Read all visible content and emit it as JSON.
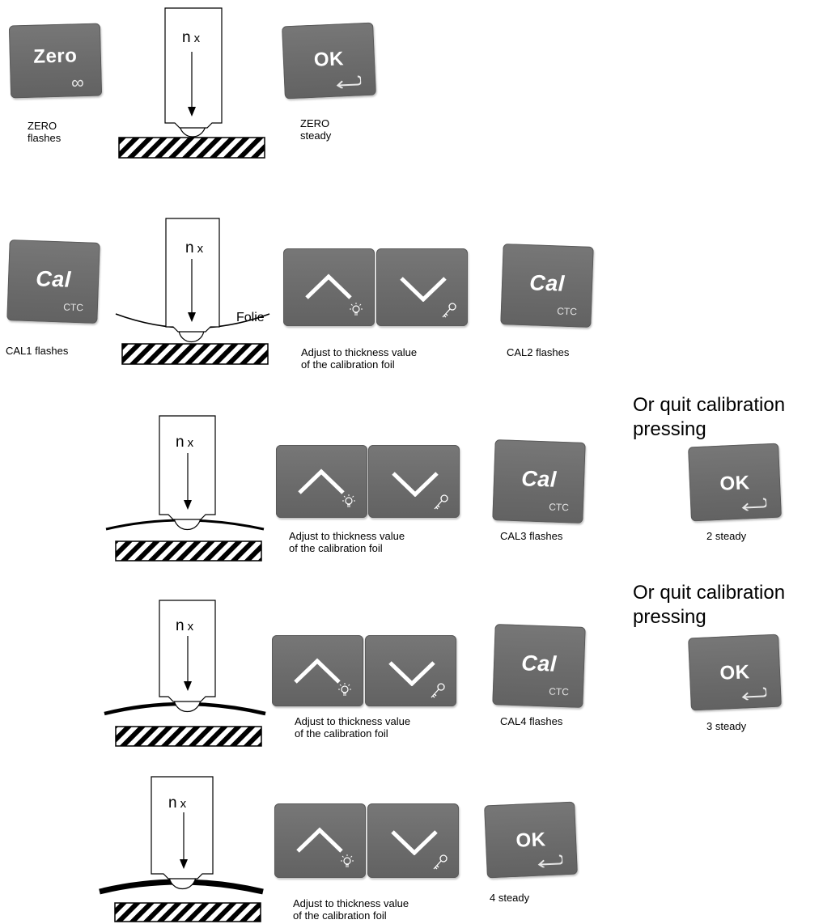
{
  "keys": {
    "zero": {
      "label": "Zero",
      "symbol": "∞"
    },
    "ok": {
      "label": "OK"
    },
    "cal": {
      "label": "Cal",
      "sub": "CTC"
    },
    "up": {
      "name": "up"
    },
    "down": {
      "name": "down"
    }
  },
  "icons": {
    "up": "chevron-up-icon",
    "down": "chevron-down-icon",
    "light": "lightbulb-icon",
    "key": "key-icon",
    "return": "return-arrow-icon",
    "infinity": "infinity-icon"
  },
  "probe_label": {
    "n": "n",
    "x": "x"
  },
  "folie_label": "Folie",
  "rows": [
    {
      "captions": {
        "zero": "ZERO\nflashes",
        "ok": "ZERO\nsteady"
      }
    },
    {
      "captions": {
        "cal1": "CAL1 flashes",
        "adjust": "Adjust to thickness value\nof the calibration foil",
        "cal2": "CAL2 flashes"
      }
    },
    {
      "captions": {
        "adjust": "Adjust to thickness value\nof the calibration foil",
        "cal3": "CAL3 flashes",
        "quit": "Or quit calibration\npressing",
        "ok": "2 steady"
      }
    },
    {
      "captions": {
        "adjust": "Adjust to thickness value\nof the calibration foil",
        "cal4": "CAL4 flashes",
        "quit": "Or quit calibration\npressing",
        "ok": "3 steady"
      }
    },
    {
      "captions": {
        "adjust": "Adjust to thickness value\nof the calibration foil",
        "ok": "4 steady"
      }
    }
  ],
  "colors": {
    "key_face": "#6e6e6e",
    "key_text": "#ffffff",
    "line": "#000000"
  }
}
